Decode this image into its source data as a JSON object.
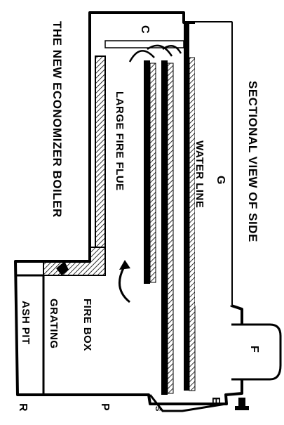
{
  "labels": {
    "title": "THE NEW ECONOMIZER BOILER",
    "caption": "SECTIONAL VIEW OF SIDE",
    "large_fire_flue": "LARGE FIRE FLUE",
    "water_line": "WATER LINE",
    "fire_box": "FIRE BOX",
    "grating": "GRATING",
    "ash_pit": "ASH PIT"
  },
  "letters": {
    "c": "C",
    "g": "G",
    "f": "F",
    "e": "E",
    "r": "R",
    "p": "P",
    "s": "S"
  },
  "colors": {
    "ink": "#000000",
    "paper": "#ffffff"
  }
}
